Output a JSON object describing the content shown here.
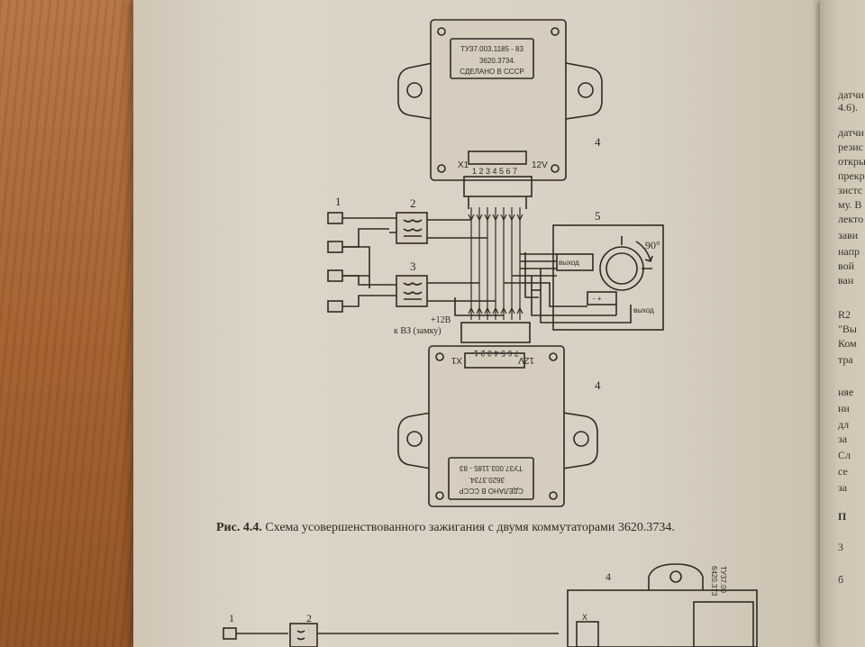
{
  "caption": {
    "label": "Рис. 4.4.",
    "text": "Схема усовершенствованного зажигания с двумя коммутаторами 3620.3734."
  },
  "module_top": {
    "spec": "ТУ37.003.1185 - 83",
    "model": "3620.3734.",
    "origin": "СДЕЛАНО В СССР",
    "connector_label": "X1",
    "pins": "1 2 3 4 5 6 7",
    "voltage": "12V",
    "callout": "4"
  },
  "module_bottom": {
    "spec": "ТУ37.003.1185 - 83",
    "model": "3620.3734.",
    "origin": "СДЕЛАНО В СССР",
    "connector_label": "X1",
    "pins": "7 6 5 4 3 2 1",
    "voltage": "12V",
    "callout": "4"
  },
  "callouts": {
    "c1": "1",
    "c2": "2",
    "c3": "3",
    "c5": "5"
  },
  "supply_label": {
    "line1": "+12В",
    "line2": "к ВЗ (замку)"
  },
  "sensor": {
    "angle": "90°",
    "out_top": "выход",
    "out_bottom": "выход",
    "polarity": "- +"
  },
  "lower_fig": {
    "c1": "1",
    "c2": "2",
    "c4": "4",
    "spec": "ТУ37.00",
    "model": "6420.373",
    "conn": "X"
  },
  "next_page_lines": [
    "датчи",
    "4.6).",
    "датчи",
    "резис",
    "откры",
    "прекр",
    "зистс",
    "му. В",
    "лекто",
    "зави",
    "напр",
    "вой",
    "ван",
    "R2",
    "\"Вы",
    "Ком",
    "тра",
    "няе",
    "ни",
    "дл",
    "за",
    "Сл",
    "се",
    "за",
    "П",
    "3",
    "б"
  ]
}
